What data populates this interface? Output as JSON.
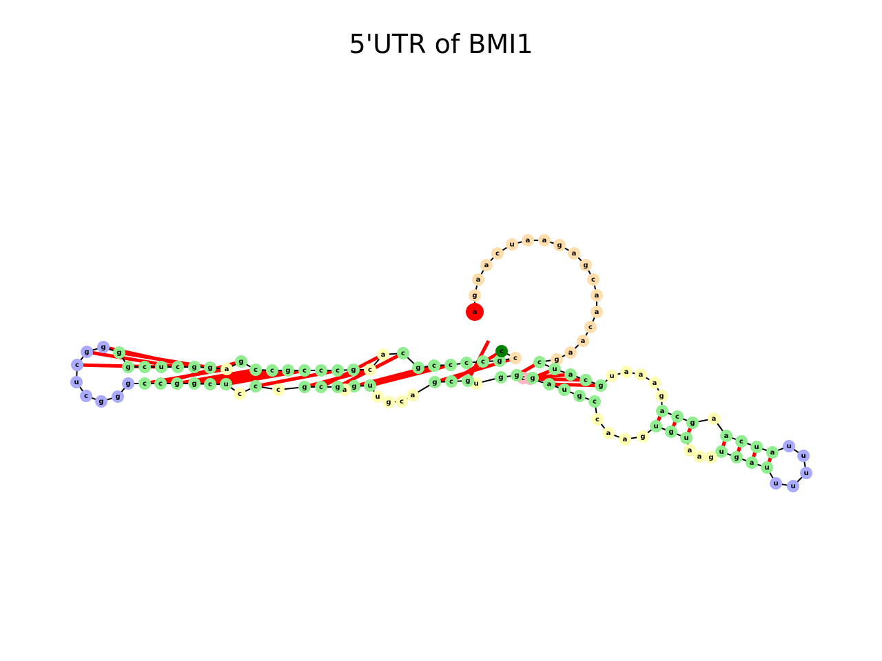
{
  "title": "5'UTR of BMI1",
  "colors": {
    "stem": "#90ee90",
    "hairpin_loop": "#aaaaff",
    "interior_loop": "#ffffb3",
    "multi_loop": "#ffdead",
    "five_prime_end": "#ff0000",
    "three_prime_end": "#008000",
    "pink": "#ffb6c1",
    "backbone": "#000000",
    "pair": "#ff0000"
  },
  "nucleotides": [
    {
      "b": "a",
      "t": "five_prime_end"
    },
    {
      "b": "g",
      "t": "multi_loop"
    },
    {
      "b": "a",
      "t": "multi_loop"
    },
    {
      "b": "a",
      "t": "multi_loop"
    },
    {
      "b": "c",
      "t": "multi_loop"
    },
    {
      "b": "u",
      "t": "multi_loop"
    },
    {
      "b": "a",
      "t": "multi_loop"
    },
    {
      "b": "a",
      "t": "multi_loop"
    },
    {
      "b": "g",
      "t": "multi_loop"
    },
    {
      "b": "a",
      "t": "multi_loop"
    },
    {
      "b": "g",
      "t": "multi_loop"
    },
    {
      "b": "c",
      "t": "multi_loop"
    },
    {
      "b": "a",
      "t": "multi_loop"
    },
    {
      "b": "a",
      "t": "multi_loop"
    },
    {
      "b": "c",
      "t": "multi_loop"
    },
    {
      "b": "a",
      "t": "multi_loop"
    },
    {
      "b": "a",
      "t": "multi_loop"
    },
    {
      "b": "g",
      "t": "multi_loop"
    },
    {
      "b": "c",
      "t": "stem"
    },
    {
      "b": "u",
      "t": "stem"
    },
    {
      "b": "a",
      "t": "stem"
    },
    {
      "b": "c",
      "t": "stem"
    },
    {
      "b": "g",
      "t": "stem"
    },
    {
      "b": "u",
      "t": "interior_loop"
    },
    {
      "b": "a",
      "t": "interior_loop"
    },
    {
      "b": "a",
      "t": "interior_loop"
    },
    {
      "b": "a",
      "t": "interior_loop"
    },
    {
      "b": "g",
      "t": "interior_loop"
    },
    {
      "b": "a",
      "t": "stem"
    },
    {
      "b": "c",
      "t": "stem"
    },
    {
      "b": "g",
      "t": "stem"
    },
    {
      "b": "a",
      "t": "interior_loop"
    },
    {
      "b": "a",
      "t": "stem"
    },
    {
      "b": "c",
      "t": "stem"
    },
    {
      "b": "u",
      "t": "stem"
    },
    {
      "b": "a",
      "t": "stem"
    },
    {
      "b": "u",
      "t": "hairpin_loop"
    },
    {
      "b": "u",
      "t": "hairpin_loop"
    },
    {
      "b": "u",
      "t": "hairpin_loop"
    },
    {
      "b": "u",
      "t": "hairpin_loop"
    },
    {
      "b": "u",
      "t": "hairpin_loop"
    },
    {
      "b": "u",
      "t": "stem"
    },
    {
      "b": "a",
      "t": "stem"
    },
    {
      "b": "g",
      "t": "stem"
    },
    {
      "b": "u",
      "t": "stem"
    },
    {
      "b": "g",
      "t": "interior_loop"
    },
    {
      "b": "a",
      "t": "interior_loop"
    },
    {
      "b": "a",
      "t": "interior_loop"
    },
    {
      "b": "u",
      "t": "stem"
    },
    {
      "b": "g",
      "t": "stem"
    },
    {
      "b": "u",
      "t": "stem"
    },
    {
      "b": "g",
      "t": "interior_loop"
    },
    {
      "b": "a",
      "t": "interior_loop"
    },
    {
      "b": "a",
      "t": "interior_loop"
    },
    {
      "b": "c",
      "t": "interior_loop"
    },
    {
      "b": "c",
      "t": "stem"
    },
    {
      "b": "g",
      "t": "stem"
    },
    {
      "b": "u",
      "t": "stem"
    },
    {
      "b": "a",
      "t": "stem"
    },
    {
      "b": "g",
      "t": "pink"
    },
    {
      "b": "c",
      "t": "pink"
    },
    {
      "b": "g",
      "t": "stem"
    },
    {
      "b": "g",
      "t": "stem"
    },
    {
      "b": "g",
      "t": "stem"
    },
    {
      "b": "u",
      "t": "interior_loop"
    },
    {
      "b": "g",
      "t": "stem"
    },
    {
      "b": "c",
      "t": "stem"
    },
    {
      "b": "g",
      "t": "stem"
    },
    {
      "b": "a",
      "t": "interior_loop"
    },
    {
      "b": "c",
      "t": "interior_loop"
    },
    {
      "b": "g",
      "t": "interior_loop"
    },
    {
      "b": "u",
      "t": "interior_loop"
    },
    {
      "b": "u",
      "t": "stem"
    },
    {
      "b": "g",
      "t": "stem"
    },
    {
      "b": "a",
      "t": "interior_loop"
    },
    {
      "b": "g",
      "t": "stem"
    },
    {
      "b": "c",
      "t": "stem"
    },
    {
      "b": "g",
      "t": "stem"
    },
    {
      "b": "c",
      "t": "interior_loop"
    },
    {
      "b": "c",
      "t": "stem"
    },
    {
      "b": "c",
      "t": "interior_loop"
    },
    {
      "b": "u",
      "t": "stem"
    },
    {
      "b": "c",
      "t": "stem"
    },
    {
      "b": "g",
      "t": "stem"
    },
    {
      "b": "g",
      "t": "stem"
    },
    {
      "b": "c",
      "t": "stem"
    },
    {
      "b": "c",
      "t": "stem"
    },
    {
      "b": "g",
      "t": "hairpin_loop"
    },
    {
      "b": "g",
      "t": "hairpin_loop"
    },
    {
      "b": "g",
      "t": "hairpin_loop"
    },
    {
      "b": "c",
      "t": "hairpin_loop"
    },
    {
      "b": "u",
      "t": "hairpin_loop"
    },
    {
      "b": "c",
      "t": "hairpin_loop"
    },
    {
      "b": "g",
      "t": "hairpin_loop"
    },
    {
      "b": "g",
      "t": "hairpin_loop"
    },
    {
      "b": "g",
      "t": "stem"
    },
    {
      "b": "g",
      "t": "stem"
    },
    {
      "b": "c",
      "t": "stem"
    },
    {
      "b": "u",
      "t": "stem"
    },
    {
      "b": "c",
      "t": "stem"
    },
    {
      "b": "g",
      "t": "stem"
    },
    {
      "b": "g",
      "t": "stem"
    },
    {
      "b": "a",
      "t": "interior_loop"
    },
    {
      "b": "g",
      "t": "stem"
    },
    {
      "b": "c",
      "t": "stem"
    },
    {
      "b": "c",
      "t": "stem"
    },
    {
      "b": "g",
      "t": "stem"
    },
    {
      "b": "c",
      "t": "stem"
    },
    {
      "b": "c",
      "t": "stem"
    },
    {
      "b": "c",
      "t": "stem"
    },
    {
      "b": "g",
      "t": "stem"
    },
    {
      "b": "c",
      "t": "interior_loop"
    },
    {
      "b": "a",
      "t": "interior_loop"
    },
    {
      "b": "c",
      "t": "stem"
    },
    {
      "b": "g",
      "t": "stem"
    },
    {
      "b": "c",
      "t": "stem"
    },
    {
      "b": "c",
      "t": "stem"
    },
    {
      "b": "c",
      "t": "stem"
    },
    {
      "b": "c",
      "t": "stem"
    },
    {
      "b": "g",
      "t": "stem"
    },
    {
      "b": "c",
      "t": "multi_loop"
    },
    {
      "b": "c",
      "t": "three_prime_end"
    }
  ],
  "pairs": [
    [
      18,
      62
    ],
    [
      19,
      61
    ],
    [
      20,
      60
    ],
    [
      21,
      59
    ],
    [
      22,
      58
    ],
    [
      28,
      50
    ],
    [
      29,
      49
    ],
    [
      30,
      48
    ],
    [
      32,
      44
    ],
    [
      33,
      43
    ],
    [
      34,
      42
    ],
    [
      35,
      41
    ],
    [
      65,
      122
    ],
    [
      66,
      121
    ],
    [
      67,
      120
    ],
    [
      72,
      116
    ],
    [
      73,
      115
    ],
    [
      75,
      113
    ],
    [
      76,
      112
    ],
    [
      77,
      111
    ],
    [
      79,
      109
    ],
    [
      81,
      107
    ],
    [
      82,
      106
    ],
    [
      83,
      105
    ],
    [
      84,
      104
    ],
    [
      85,
      103
    ],
    [
      86,
      102
    ],
    [
      95,
      101
    ],
    [
      94,
      100
    ],
    [
      93,
      99
    ],
    [
      92,
      98
    ]
  ],
  "pair_note": ""
}
